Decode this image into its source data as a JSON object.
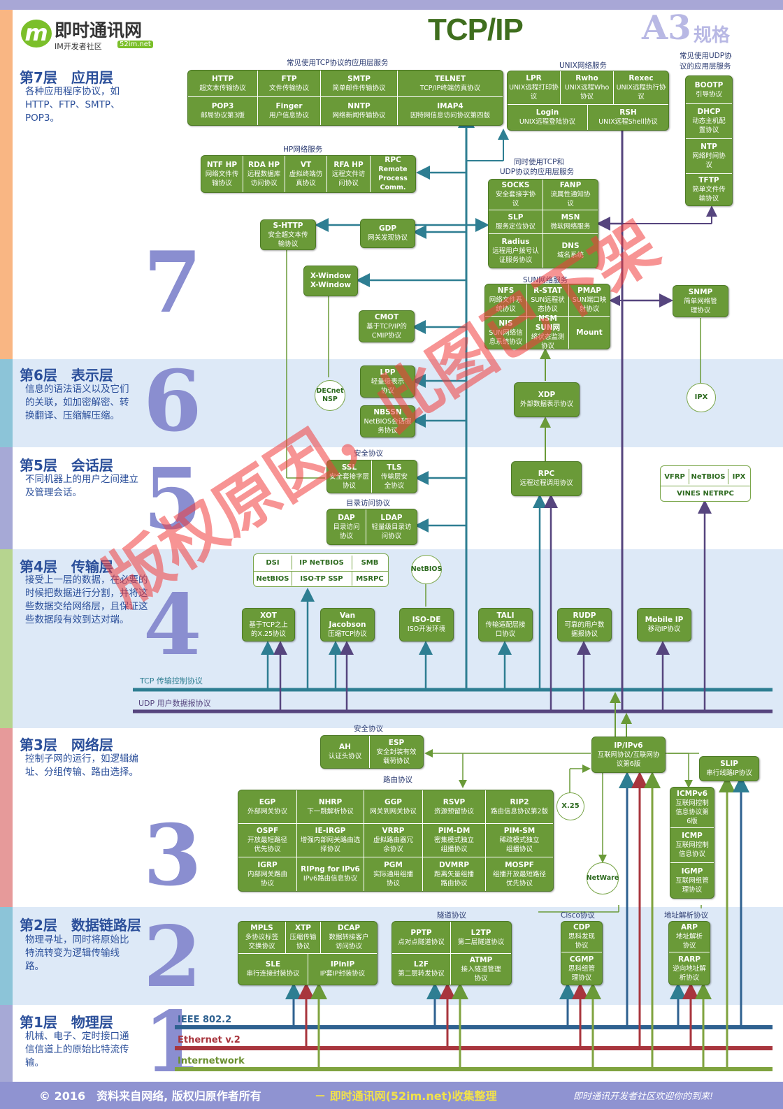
{
  "header": {
    "logo_badge": "m",
    "logo_main": "即时通讯网",
    "logo_sub": "IM开发者社区",
    "logo_url": "52im.net",
    "title": "TCP/IP",
    "size_big": "A3",
    "size_small": "规格"
  },
  "layers": [
    {
      "name": "第7层　应用层",
      "desc": "各种应用程序协议，如HTTP、FTP、SMTP、POP3。",
      "num": "7"
    },
    {
      "name": "第6层　表示层",
      "desc": "信息的语法语义以及它们的关联，如加密解密、转换翻译、压缩解压缩。",
      "num": "6"
    },
    {
      "name": "第5层　会话层",
      "desc": "不同机器上的用户之间建立及管理会话。",
      "num": "5"
    },
    {
      "name": "第4层　传输层",
      "desc": "接受上一层的数据，在必要的时候把数据进行分割，并将这些数据交给网络层，且保证这些数据段有效到达对端。",
      "num": "4"
    },
    {
      "name": "第3层　网络层",
      "desc": "控制子网的运行，如逻辑编址、分组传输、路由选择。",
      "num": "3"
    },
    {
      "name": "第2层　数据链路层",
      "desc": "物理寻址，同时将原始比特流转变为逻辑传输线路。",
      "num": "2"
    },
    {
      "name": "第1层　物理层",
      "desc": "机械、电子、定时接口通信信道上的原始比特流传输。",
      "num": "1"
    }
  ],
  "captions": {
    "tcp_apps": "常见使用TCP协议的应用层服务",
    "unix": "UNIX网络服务",
    "udp_apps_1": "常见使用UDP协",
    "udp_apps_2": "议的应用层服务",
    "hp": "HP网络服务",
    "both_1": "同时使用TCP和",
    "both_2": "UDP协议的应用层服务",
    "sun": "SUN网络服务",
    "security5": "安全协议",
    "directory": "目录访问协议",
    "security3": "安全协议",
    "routing": "路由协议",
    "tunnel": "隧道协议",
    "cisco": "Cisco协议",
    "addr": "地址解析协议"
  },
  "tcp_apps": [
    {
      "t": "HTTP",
      "s": "超文本传输协议"
    },
    {
      "t": "FTP",
      "s": "文件传输协议"
    },
    {
      "t": "SMTP",
      "s": "简单邮件传输协议"
    },
    {
      "t": "TELNET",
      "s": "TCP/IP终端仿真协议"
    },
    {
      "t": "POP3",
      "s": "邮局协议第3版"
    },
    {
      "t": "Finger",
      "s": "用户信息协议"
    },
    {
      "t": "NNTP",
      "s": "网络新闻传输协议"
    },
    {
      "t": "IMAP4",
      "s": "因特网信息访问协议第四版"
    }
  ],
  "unix": [
    {
      "t": "LPR",
      "s": "UNIX远程打印协议"
    },
    {
      "t": "Rwho",
      "s": "UNIX远程Who协议"
    },
    {
      "t": "Rexec",
      "s": "UNIX远程执行协议"
    },
    {
      "t": "Login",
      "s": "UNIX远程登陆协议"
    },
    {
      "t": "RSH",
      "s": "UNIX远程Shell协议"
    }
  ],
  "udp_apps": [
    {
      "t": "BOOTP",
      "s": "引导协议"
    },
    {
      "t": "DHCP",
      "s": "动态主机配置协议"
    },
    {
      "t": "NTP",
      "s": "网络时间协议"
    },
    {
      "t": "TFTP",
      "s": "简单文件传输协议"
    }
  ],
  "hp": [
    {
      "t": "NTF HP",
      "s": "网络文件传输协议"
    },
    {
      "t": "RDA HP",
      "s": "远程数据库访问协议"
    },
    {
      "t": "VT",
      "s": "虚拟终端仿真协议"
    },
    {
      "t": "RFA HP",
      "s": "远程文件访问协议"
    },
    {
      "t": "RPC",
      "s": "Remote Process Comm."
    }
  ],
  "both": [
    {
      "t": "SOCKS",
      "s": "安全套接字协议"
    },
    {
      "t": "FANP",
      "s": "流属性通知协议"
    },
    {
      "t": "SLP",
      "s": "服务定位协议"
    },
    {
      "t": "MSN",
      "s": "微软网络服务"
    },
    {
      "t": "Radius",
      "s": "远程用户拨号认证服务协议"
    },
    {
      "t": "DNS",
      "s": "域名系统"
    }
  ],
  "sun": [
    {
      "t": "NFS",
      "s": "网络文件系统协议"
    },
    {
      "t": "R-STAT",
      "s": "SUN远程状态协议"
    },
    {
      "t": "PMAP",
      "s": "SUN端口映射协议"
    },
    {
      "t": "NIS",
      "s": "SUN网络信息系统协议"
    },
    {
      "t": "NSM SUN网",
      "s": "络状态监测协议"
    },
    {
      "t": "Mount",
      "s": ""
    }
  ],
  "singles": {
    "shttp": {
      "t": "S-HTTP",
      "s": "安全超文本传输协议"
    },
    "gdp": {
      "t": "GDP",
      "s": "网关发现协议"
    },
    "xwin": {
      "t": "X-Window",
      "s": "X-Window"
    },
    "cmot": {
      "t": "CMOT",
      "s": "基于TCP/IP的CMIP协议"
    },
    "snmp": {
      "t": "SNMP",
      "s": "简单网络管理协议"
    },
    "lpp": {
      "t": "LPP",
      "s": "轻量级表示协议"
    },
    "nbssn": {
      "t": "NBSSN",
      "s": "NetBIOS会话服务协议"
    },
    "xdp": {
      "t": "XDP",
      "s": "外部数据表示协议"
    },
    "rpc5": {
      "t": "RPC",
      "s": "远程过程调用协议"
    },
    "xot": {
      "t": "XOT",
      "s": "基于TCP之上的X.25协议"
    },
    "vj": {
      "t": "Van Jacobson",
      "s": "压缩TCP协议"
    },
    "isode": {
      "t": "ISO-DE",
      "s": "ISO开发环境"
    },
    "tali": {
      "t": "TALI",
      "s": "传输适配层接口协议"
    },
    "rudp": {
      "t": "RUDP",
      "s": "可靠的用户数据报协议"
    },
    "mip": {
      "t": "Mobile IP",
      "s": "移动IP协议"
    },
    "ipv6": {
      "t": "IP/IPv6",
      "s": "互联网协议/互联网协议第6版"
    },
    "slip": {
      "t": "SLIP",
      "s": "串行线路IP协议"
    }
  },
  "session_sec": [
    {
      "t": "SSL",
      "s": "安全套接字层协议"
    },
    {
      "t": "TLS",
      "s": "传输层安全协议"
    }
  ],
  "directory": [
    {
      "t": "DAP",
      "s": "目录访问协议"
    },
    {
      "t": "LDAP",
      "s": "轻量级目录访问协议"
    }
  ],
  "vfrp": [
    "VFRP",
    "NeTBIOS",
    "IPX",
    "VINES NETRPC"
  ],
  "transport_white": [
    "DSI",
    "IP NeTBIOS",
    "SMB",
    "NetBIOS",
    "ISO-TP SSP",
    "MSRPC"
  ],
  "circles": {
    "decnet": "DECnet NSP",
    "ipx": "IPX",
    "netbios": "NetBIOS",
    "x25": "X.25",
    "netware": "NetWare"
  },
  "buses": {
    "tcp": "TCP 传输控制协议",
    "udp": "UDP 用户数据报协议",
    "ieee": "IEEE 802.2",
    "eth": "Ethernet v.2",
    "inet": "Internetwork"
  },
  "net_sec": [
    {
      "t": "AH",
      "s": "认证头协议"
    },
    {
      "t": "ESP",
      "s": "安全封装有效载荷协议"
    }
  ],
  "routing": [
    {
      "t": "EGP",
      "s": "外部网关协议"
    },
    {
      "t": "NHRP",
      "s": "下一跳解析协议"
    },
    {
      "t": "GGP",
      "s": "网关到网关协议"
    },
    {
      "t": "RSVP",
      "s": "资源预留协议"
    },
    {
      "t": "RIP2",
      "s": "路由信息协议第2版"
    },
    {
      "t": "OSPF",
      "s": "开放最短路径优先协议"
    },
    {
      "t": "IE-IRGP",
      "s": "增强内部网关路由选择协议"
    },
    {
      "t": "VRRP",
      "s": "虚拟路由器冗余协议"
    },
    {
      "t": "PIM-DM",
      "s": "密集模式独立组播协议"
    },
    {
      "t": "PIM-SM",
      "s": "稀疏模式独立组播协议"
    },
    {
      "t": "IGRP",
      "s": "内部网关路由协议"
    },
    {
      "t": "RIPng for IPv6",
      "s": "IPv6路由信息协议"
    },
    {
      "t": "PGM",
      "s": "实际通用组播协议"
    },
    {
      "t": "DVMRP",
      "s": "距离矢量组播路由协议"
    },
    {
      "t": "MOSPF",
      "s": "组播开放最短路径优先协议"
    }
  ],
  "icmp": [
    {
      "t": "ICMPv6",
      "s": "互联网控制信息协议第6版"
    },
    {
      "t": "ICMP",
      "s": "互联网控制信息协议"
    },
    {
      "t": "IGMP",
      "s": "互联网组管理协议"
    }
  ],
  "datalink": [
    {
      "t": "MPLS",
      "s": "多协议标签交换协议"
    },
    {
      "t": "XTP",
      "s": "压缩传输协议"
    },
    {
      "t": "DCAP",
      "s": "数据转接客户访问协议"
    },
    {
      "t": "SLE",
      "s": "串行连接封装协议"
    },
    {
      "t": "IPinIP",
      "s": "IP套IP封装协议"
    }
  ],
  "tunnel": [
    {
      "t": "PPTP",
      "s": "点对点隧道协议"
    },
    {
      "t": "L2TP",
      "s": "第二层隧道协议"
    },
    {
      "t": "L2F",
      "s": "第二层转发协议"
    },
    {
      "t": "ATMP",
      "s": "接入隧道管理协议"
    }
  ],
  "cisco": [
    {
      "t": "CDP",
      "s": "思科发现协议"
    },
    {
      "t": "CGMP",
      "s": "思科组管理协议"
    }
  ],
  "arp": [
    {
      "t": "ARP",
      "s": "地址解析协议"
    },
    {
      "t": "RARP",
      "s": "逆向地址解析协议"
    }
  ],
  "watermark": {
    "line1": "版权原因，此图已下架"
  },
  "footer": {
    "left": "© 2016　资料来自网络, 版权归原作者所有",
    "mid": "－ 即时通讯网(52im.net)收集整理",
    "right": "即时通讯开发者社区欢迎你的到来!"
  },
  "colors": {
    "green": "#6a9a38",
    "teal": "#2e7e92",
    "purple": "#56457e",
    "red": "#a8353d",
    "olive": "#7fa33f",
    "blue": "#2b4f9a"
  }
}
